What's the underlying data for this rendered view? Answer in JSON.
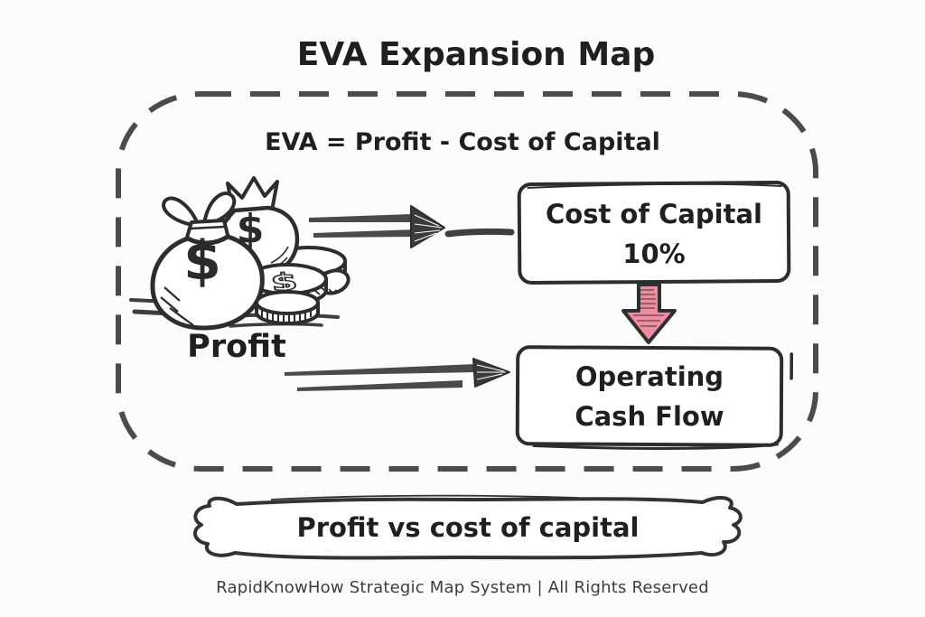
{
  "title": "EVA Expansion Map",
  "formula": "EVA = Profit - Cost of Capital",
  "profit_label": "Profit",
  "money": {
    "dollar_symbol": "$"
  },
  "boxes": {
    "cost_of_capital": {
      "line1": "Cost of Capital",
      "line2": "10%"
    },
    "operating_cash_flow": {
      "line1": "Operating",
      "line2": "Cash Flow"
    }
  },
  "banner": {
    "label": "Profit vs cost of capital"
  },
  "footer": {
    "text": "RapidKnowHow Strategic Map System | All Rights Reserved"
  },
  "colors": {
    "ink": "#222222",
    "line_gray": "#454545",
    "arrow_pink": "#ef8ca0",
    "background": "#fdfcfd"
  }
}
